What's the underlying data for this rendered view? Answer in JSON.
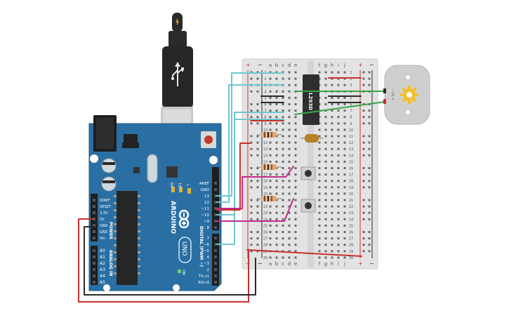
{
  "arduino": {
    "brand": "ARDUINO",
    "model": "UNO",
    "on_label": "ON",
    "power_header_label": "POWER",
    "analog_header_label": "ANALOG IN",
    "digital_header_label": "DIGITAL (PWM ~)",
    "led_labels": [
      "L",
      "TX",
      "RX"
    ],
    "power_pins": [
      "IOREF",
      "RESET",
      "3.3V",
      "5V",
      "GND",
      "GND",
      "Vin"
    ],
    "analog_pins": [
      "A0",
      "A1",
      "A2",
      "A3",
      "A4",
      "A5"
    ],
    "top_pins": [
      "AREF",
      "GND",
      "13",
      "12",
      "~11",
      "~10",
      "~9",
      "8"
    ],
    "bottom_pins": [
      "7",
      "~6",
      "~5",
      "4",
      "~3",
      "2",
      "TX→1",
      "RX←0"
    ]
  },
  "breadboard": {
    "column_letters_left": [
      "a",
      "b",
      "c",
      "d",
      "e"
    ],
    "column_letters_right": [
      "f",
      "g",
      "h",
      "i",
      "j"
    ],
    "row_count": 30,
    "rail_plus": "+",
    "rail_minus": "−"
  },
  "chip": {
    "label": "L293D"
  },
  "motor": {
    "label": "− DC +"
  },
  "colors": {
    "board_blue": "#2a6fa3",
    "breadboard": "#e3e3e3",
    "wire_cyan": "#6ec6cf",
    "wire_red": "#c8302c",
    "wire_black": "#2b2b2b",
    "wire_green": "#3aa548",
    "wire_magenta": "#c02c8e",
    "chip": "#2f2f2f",
    "motor_gear": "#f2c12e"
  }
}
